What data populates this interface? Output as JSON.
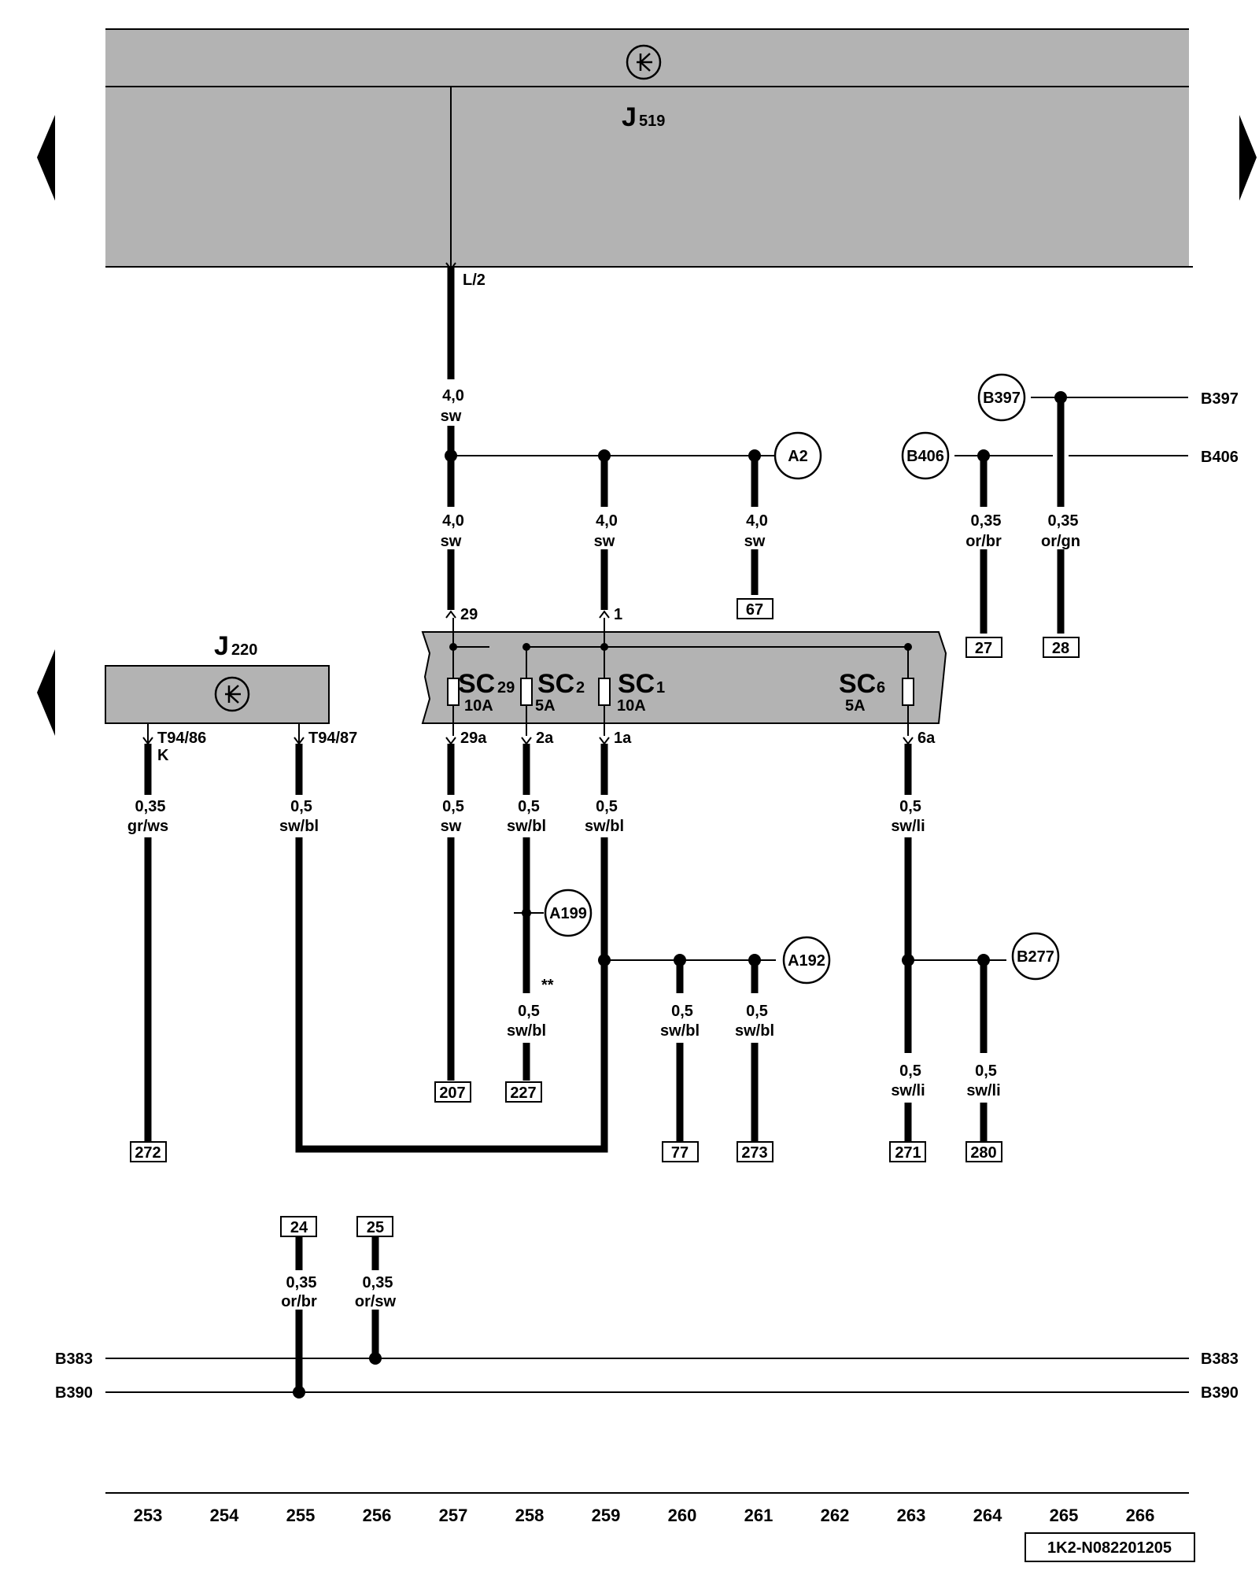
{
  "components": {
    "j519": {
      "letter": "J",
      "sub": "519",
      "pin": "L/2"
    },
    "j220": {
      "letter": "J",
      "sub": "220",
      "pin_left": "T94/86",
      "pin_left_extra": "K",
      "pin_right": "T94/87"
    },
    "fuse_box": {
      "fuses": [
        {
          "name": "SC",
          "num": "29",
          "rating": "10A",
          "in_pin": "29",
          "out_pin": "29a"
        },
        {
          "name": "SC",
          "num": "2",
          "rating": "5A",
          "out_pin": "2a"
        },
        {
          "name": "SC",
          "num": "1",
          "rating": "10A",
          "in_pin": "1",
          "out_pin": "1a"
        },
        {
          "name": "SC",
          "num": "6",
          "rating": "5A",
          "out_pin": "6a"
        }
      ]
    }
  },
  "connections": {
    "a2": "A2",
    "b397": "B397",
    "b406": "B406",
    "a199": "A199",
    "a192": "A192",
    "b277": "B277",
    "b383": "B383",
    "b390": "B390"
  },
  "wires": {
    "w_main_top": {
      "size": "4,0",
      "color": "sw"
    },
    "w_29_in": {
      "size": "4,0",
      "color": "sw"
    },
    "w_1_in": {
      "size": "4,0",
      "color": "sw"
    },
    "w_67": {
      "size": "4,0",
      "color": "sw"
    },
    "w_27": {
      "size": "0,35",
      "color": "or/br"
    },
    "w_28": {
      "size": "0,35",
      "color": "or/gn"
    },
    "w_272": {
      "size": "0,35",
      "color": "gr/ws"
    },
    "w_t9487": {
      "size": "0,5",
      "color": "sw/bl"
    },
    "w_207": {
      "size": "0,5",
      "color": "sw"
    },
    "w_2a": {
      "size": "0,5",
      "color": "sw/bl"
    },
    "w_227": {
      "size": "0,5",
      "color": "sw/bl"
    },
    "w_1a": {
      "size": "0,5",
      "color": "sw/bl"
    },
    "w_77": {
      "size": "0,5",
      "color": "sw/bl"
    },
    "w_273": {
      "size": "0,5",
      "color": "sw/bl"
    },
    "w_6a": {
      "size": "0,5",
      "color": "sw/li"
    },
    "w_271": {
      "size": "0,5",
      "color": "sw/li"
    },
    "w_280": {
      "size": "0,5",
      "color": "sw/li"
    },
    "w_24": {
      "size": "0,35",
      "color": "or/br"
    },
    "w_25": {
      "size": "0,35",
      "color": "or/sw"
    }
  },
  "references": {
    "r67": "67",
    "r27": "27",
    "r28": "28",
    "r207": "207",
    "r227": "227",
    "r272": "272",
    "r77": "77",
    "r273": "273",
    "r271": "271",
    "r280": "280",
    "r24": "24",
    "r25": "25"
  },
  "note_marker": "**",
  "columns": [
    "253",
    "254",
    "255",
    "256",
    "257",
    "258",
    "259",
    "260",
    "261",
    "262",
    "263",
    "264",
    "265",
    "266"
  ],
  "drawing_id": "1K2-N082201205"
}
